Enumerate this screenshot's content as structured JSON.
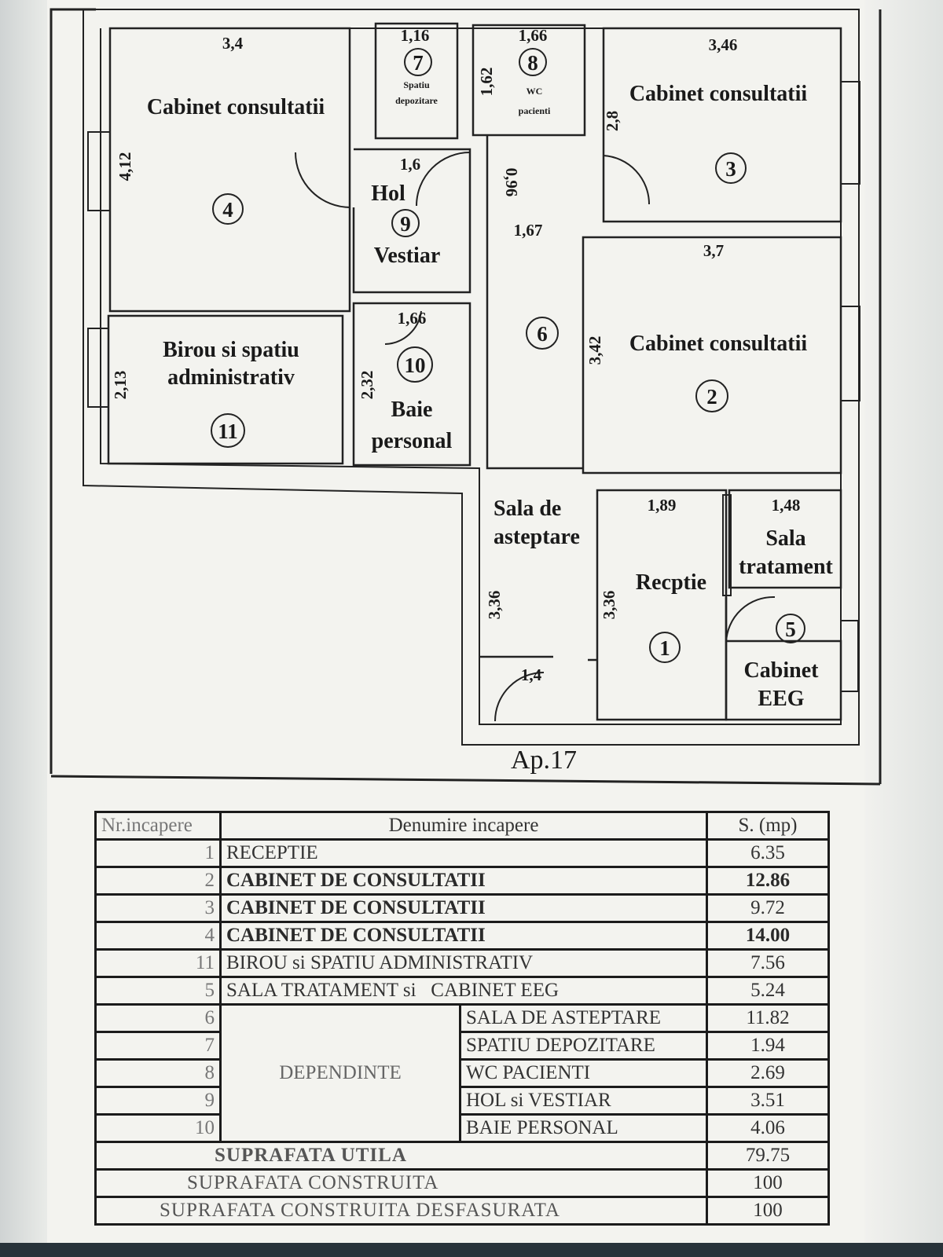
{
  "plan": {
    "apartment": "Ap.17",
    "rooms": [
      {
        "label_lines": [
          "Cabinet consultatii"
        ],
        "number": "4"
      },
      {
        "label_lines": [
          "Spatiu",
          "depozitare"
        ],
        "number": "7"
      },
      {
        "label_lines": [
          "WC",
          "pacienti"
        ],
        "number": "8"
      },
      {
        "label_lines": [
          "Cabinet consultatii"
        ],
        "number": "3"
      },
      {
        "label_lines": [
          "Hol"
        ],
        "number": "9",
        "extra": "Vestiar"
      },
      {
        "label_lines": [
          "Birou si spatiu",
          "administrativ"
        ],
        "number": "11"
      },
      {
        "label_lines": [
          "Baie",
          "personal"
        ],
        "number": "10"
      },
      {
        "label_lines": [],
        "number": "6"
      },
      {
        "label_lines": [
          "Cabinet consultatii"
        ],
        "number": "2"
      },
      {
        "label_lines": [
          "Sala de",
          "asteptare"
        ],
        "number": ""
      },
      {
        "label_lines": [
          "Recptie"
        ],
        "number": "1"
      },
      {
        "label_lines": [
          "Sala",
          "tratament"
        ],
        "number": ""
      },
      {
        "label_lines": [
          "Cabinet",
          "EEG"
        ],
        "number": "5"
      }
    ],
    "dimensions": [
      "3,4",
      "1,16",
      "1,66",
      "3,46",
      "1,62",
      "4,12",
      "1,6",
      "0,96",
      "2,8",
      "1,67",
      "3,7",
      "1,66",
      "2,13",
      "2,32",
      "3,42",
      "1,89",
      "1,48",
      "3,36",
      "3,36",
      "1,4"
    ]
  },
  "table": {
    "headers": {
      "nr": "Nr.incapere",
      "name": "Denumire incapere",
      "area": "S. (mp)"
    },
    "rows": [
      {
        "nr": "1",
        "name": "RECEPTIE",
        "area": "6.35"
      },
      {
        "nr": "2",
        "name": "CABINET DE CONSULTATII",
        "area": "12.86"
      },
      {
        "nr": "3",
        "name": "CABINET DE CONSULTATII",
        "area": "9.72"
      },
      {
        "nr": "4",
        "name": "CABINET DE CONSULTATII",
        "area": "14.00"
      },
      {
        "nr": "11",
        "name": "BIROU si SPATIU ADMINISTRATIV",
        "area": "7.56"
      },
      {
        "nr": "5",
        "name": "SALA TRATAMENT si   CABINET EEG",
        "area": "5.24"
      }
    ],
    "dependinte_label": "DEPENDINTE",
    "dependinte": [
      {
        "nr": "6",
        "name": "SALA DE ASTEPTARE",
        "area": "11.82"
      },
      {
        "nr": "7",
        "name": "SPATIU DEPOZITARE",
        "area": "1.94"
      },
      {
        "nr": "8",
        "name": "WC PACIENTI",
        "area": "2.69"
      },
      {
        "nr": "9",
        "name": "HOL si VESTIAR",
        "area": "3.51"
      },
      {
        "nr": "10",
        "name": "BAIE PERSONAL",
        "area": "4.06"
      }
    ],
    "totals": [
      {
        "label": "SUPRAFATA UTILA",
        "value": "79.75"
      },
      {
        "label": "SUPRAFATA CONSTRUITA",
        "value": "100"
      },
      {
        "label": "SUPRAFATA CONSTRUITA DESFASURATA",
        "value": "100"
      }
    ]
  }
}
